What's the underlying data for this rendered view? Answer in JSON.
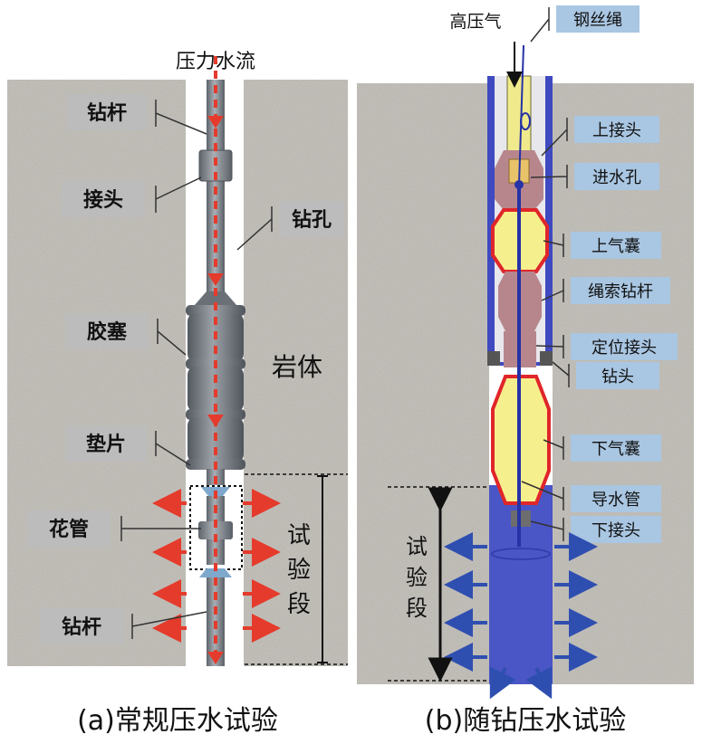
{
  "panel_a": {
    "flow_label": "压力水流",
    "labels": {
      "drill_rod_top": "钻杆",
      "joint": "接头",
      "borehole": "钻孔",
      "packer": "胶塞",
      "gasket": "垫片",
      "perforated_pipe": "花管",
      "drill_rod_bottom": "钻杆"
    },
    "rock_label": "岩体",
    "test_section": "试验段",
    "caption": "(a)常规压水试验"
  },
  "panel_b": {
    "top_labels": {
      "high_pressure_gas": "高压气",
      "steel_wire": "钢丝绳"
    },
    "labels": {
      "upper_joint": "上接头",
      "inlet_hole": "进水孔",
      "upper_airbag": "上气囊",
      "wireline_rod": "绳索钻杆",
      "positioning_joint": "定位接头",
      "drill_bit": "钻头",
      "lower_airbag": "下气囊",
      "water_pipe": "导水管",
      "lower_joint": "下接头"
    },
    "test_section": "试验段",
    "caption": "(b)随钻压水试验"
  },
  "colors": {
    "rock": "#c6c3bd",
    "borehole": "#ffffff",
    "steel": "#8e949a",
    "flow_red": "#e53b2c",
    "flow_blue": "#2f4fb0",
    "label_box": "#bcbcbc",
    "label_box_b": "#a9c6e2",
    "water_blue": "#4a55c6",
    "airbag_yellow": "#f6ef8e",
    "airbag_border": "#e0262a",
    "rod_mauve": "#b7868d"
  }
}
